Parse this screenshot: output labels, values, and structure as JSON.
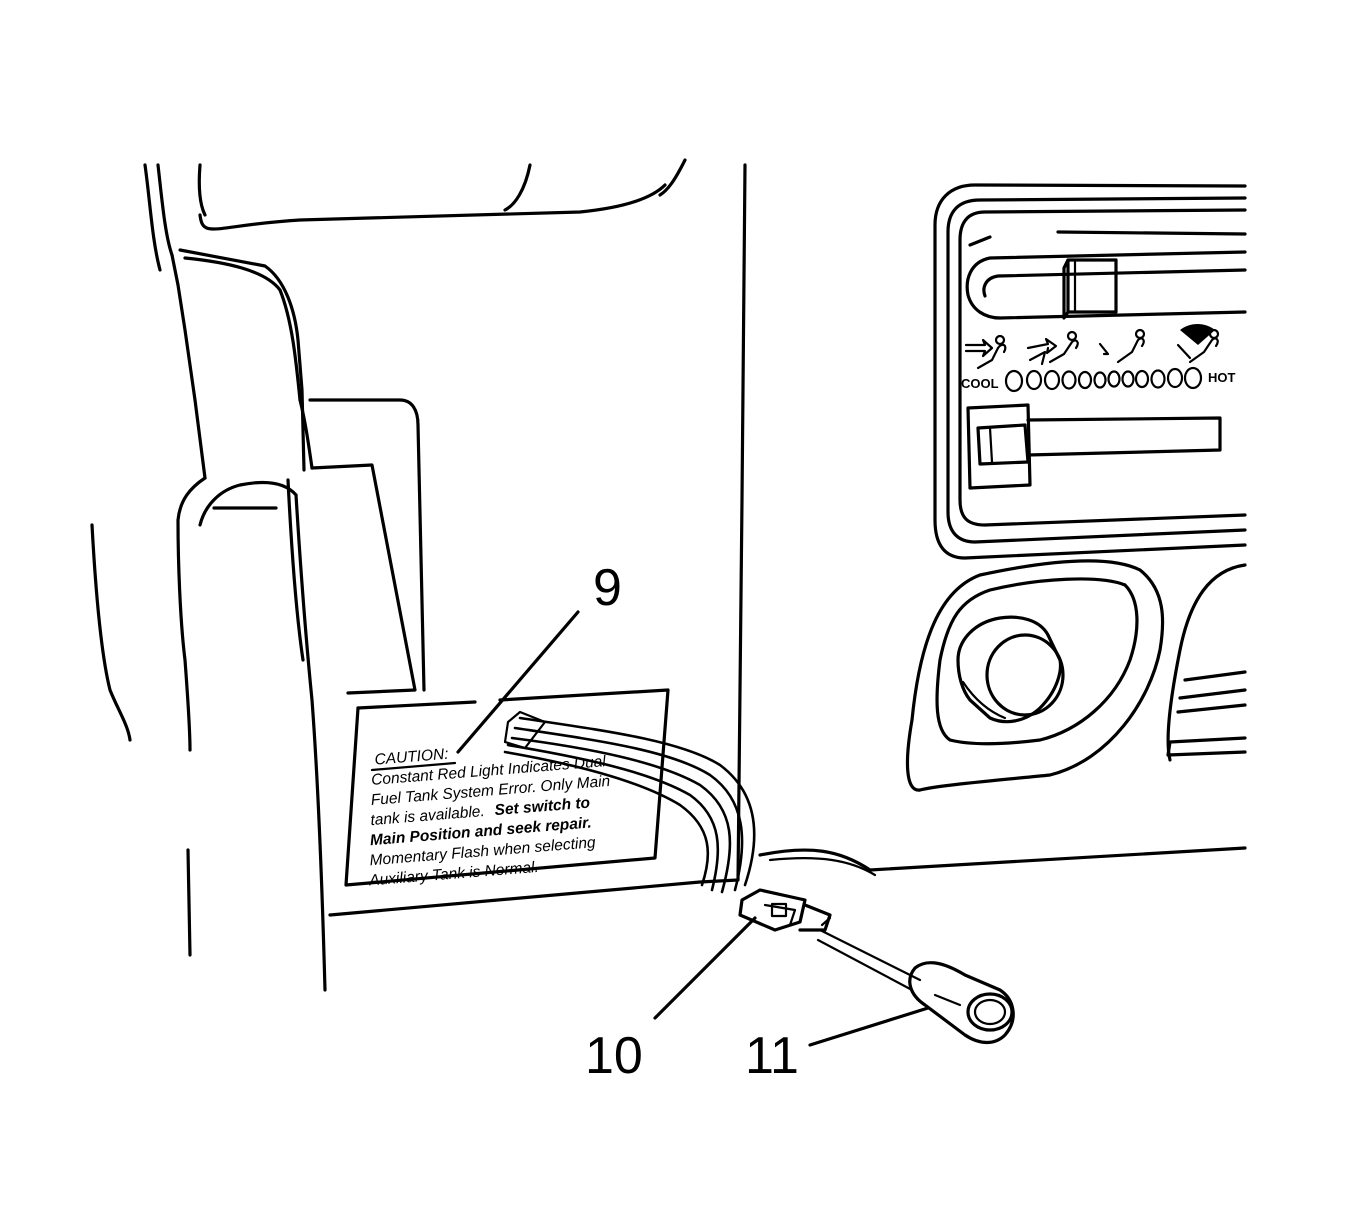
{
  "diagram": {
    "callouts": [
      {
        "id": "9",
        "label": "9"
      },
      {
        "id": "10",
        "label": "10"
      },
      {
        "id": "11",
        "label": "11"
      }
    ],
    "temperature_scale": {
      "cool_label": "COOL",
      "hot_label": "HOT"
    },
    "caution_label": {
      "heading": "CAUTION:",
      "line1": "Constant Red Light Indicates Dual",
      "line2": "Fuel Tank System Error.  Only Main",
      "line3a": "tank is available.",
      "line3b": "Set switch to",
      "line4": "Main Position and seek repair.",
      "line5": "Momentary Flash when selecting",
      "line6": "Auxiliary Tank is Normal."
    }
  }
}
